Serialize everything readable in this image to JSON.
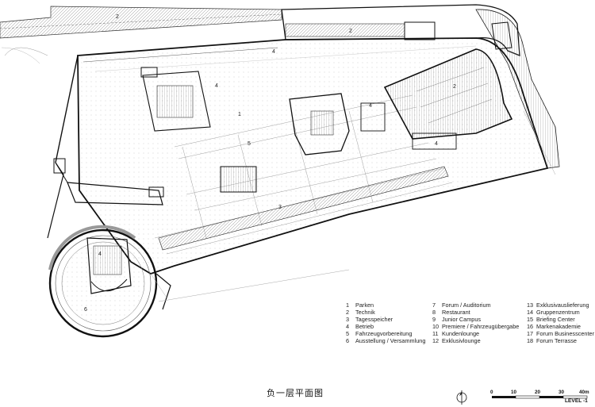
{
  "plan": {
    "room_numbers": [
      "2",
      "2",
      "4",
      "4",
      "4",
      "2",
      "5",
      "4",
      "3",
      "4",
      "6",
      "1"
    ]
  },
  "legend": {
    "column_1": [
      {
        "num": "1",
        "label": "Parken"
      },
      {
        "num": "2",
        "label": "Technik"
      },
      {
        "num": "3",
        "label": "Tagesspeicher"
      },
      {
        "num": "4",
        "label": "Betrieb"
      },
      {
        "num": "5",
        "label": "Fahrzeugvorbereitung"
      },
      {
        "num": "6",
        "label": "Ausstellung / Versammlung"
      }
    ],
    "column_2": [
      {
        "num": "7",
        "label": "Forum / Auditorium"
      },
      {
        "num": "8",
        "label": "Restaurant"
      },
      {
        "num": "9",
        "label": "Junior Campus"
      },
      {
        "num": "10",
        "label": "Premiere / Fahrzeugübergabe"
      },
      {
        "num": "11",
        "label": "Kundenlounge"
      },
      {
        "num": "12",
        "label": "Exklusivlounge"
      }
    ],
    "column_3": [
      {
        "num": "13",
        "label": "Exklusivauslieferung"
      },
      {
        "num": "14",
        "label": "Gruppenzentrum"
      },
      {
        "num": "15",
        "label": "Briefing Center"
      },
      {
        "num": "16",
        "label": "Markenakademie"
      },
      {
        "num": "17",
        "label": "Forum Businesscenter"
      },
      {
        "num": "18",
        "label": "Forum Terrasse"
      }
    ]
  },
  "title": "负一层平面图",
  "scale": {
    "ticks": [
      "0",
      "10",
      "20",
      "30",
      "40m"
    ],
    "level": "LEVEL -1"
  },
  "colors": {
    "line": "#111111",
    "hatch": "#9a9a9a",
    "light": "#cfcfcf"
  }
}
